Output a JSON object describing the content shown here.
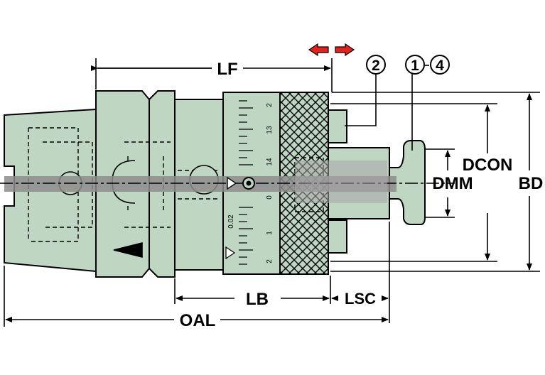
{
  "diagram": {
    "dimensions": {
      "lf": "LF",
      "lb": "LB",
      "lsc": "LSC",
      "oal": "OAL",
      "dcon": "DCON",
      "dmm": "DMM",
      "bd": "BD"
    },
    "callouts": {
      "c2": "2",
      "c1": "1",
      "c4": "4"
    },
    "scale": {
      "increment": "0.02",
      "ticks": [
        "2",
        "13",
        "14",
        "0",
        "1",
        "2"
      ]
    },
    "colors": {
      "body_fill": "#bfd6c3",
      "outline": "#000000",
      "arrow_red": "#e8201c",
      "centerline_gray": "#8c8c8c"
    },
    "icons": [
      "adjust-direction-arrows-icon"
    ]
  }
}
